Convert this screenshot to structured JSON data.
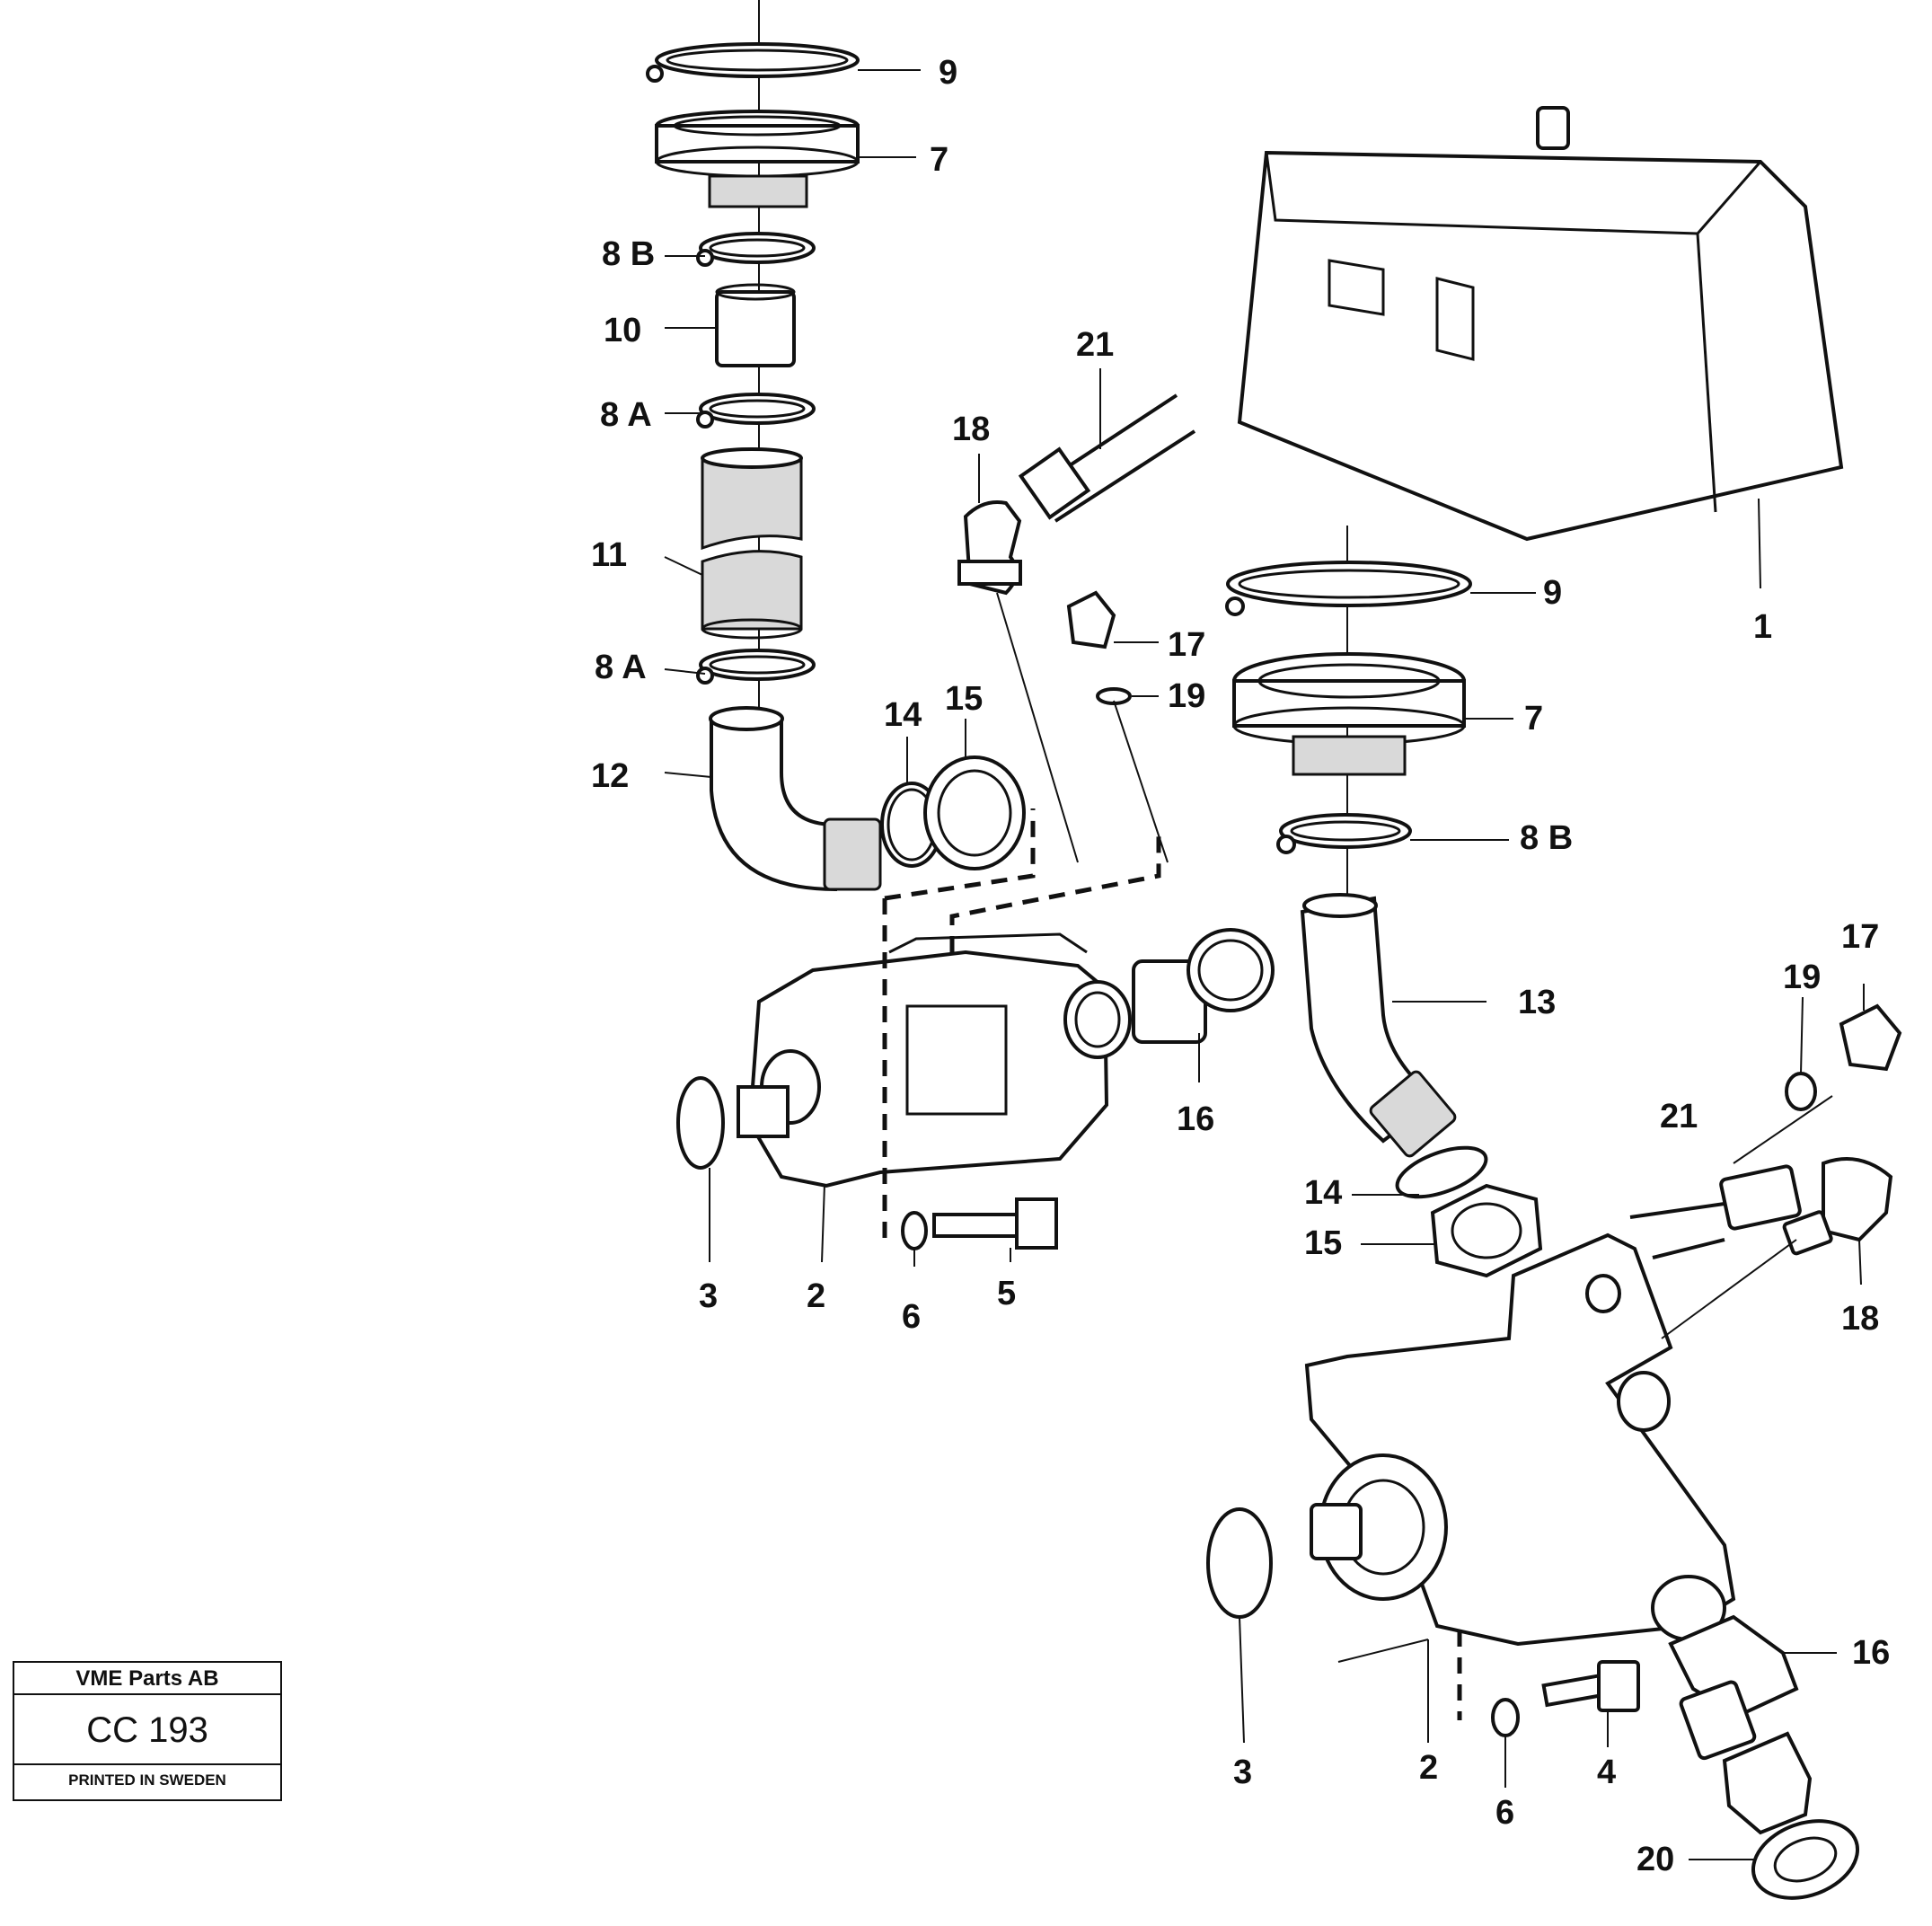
{
  "title_block": {
    "company": "VME Parts AB",
    "code": "CC 193",
    "footer": "PRINTED IN SWEDEN"
  },
  "callouts": {
    "c1": "1",
    "c2a": "2",
    "c2b": "2",
    "c3a": "3",
    "c3b": "3",
    "c4": "4",
    "c5": "5",
    "c6a": "6",
    "c6b": "6",
    "c7a": "7",
    "c7b": "7",
    "c8Ba": "8 B",
    "c8Bb": "8 B",
    "c8A1": "8 A",
    "c8A2": "8 A",
    "c9a": "9",
    "c9b": "9",
    "c10": "10",
    "c11": "11",
    "c12": "12",
    "c13": "13",
    "c14a": "14",
    "c14b": "14",
    "c15a": "15",
    "c15b": "15",
    "c16a": "16",
    "c16b": "16",
    "c17a": "17",
    "c17b": "17",
    "c18a": "18",
    "c18b": "18",
    "c19a": "19",
    "c19b": "19",
    "c20": "20",
    "c21a": "21",
    "c21b": "21"
  }
}
